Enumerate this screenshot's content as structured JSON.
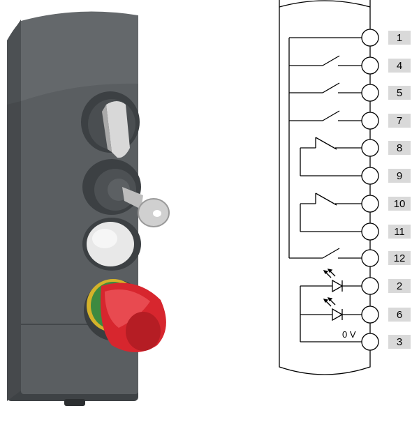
{
  "product": {
    "name": "control device photo",
    "button_colors": {
      "housing": "#55595c",
      "housing_light": "#6b6f72",
      "mushroom": "#d9262e",
      "ring_yellow": "#d5b329",
      "ring_green": "#3a8a3f",
      "white_button": "#e6e6e6",
      "key": "#cfcfcf"
    }
  },
  "schematic": {
    "terminals": [
      {
        "label": "1"
      },
      {
        "label": "4"
      },
      {
        "label": "5"
      },
      {
        "label": "7"
      },
      {
        "label": "8"
      },
      {
        "label": "9"
      },
      {
        "label": "10"
      },
      {
        "label": "11"
      },
      {
        "label": "12"
      },
      {
        "label": "2"
      },
      {
        "label": "6"
      },
      {
        "label": "3"
      }
    ],
    "ground_label": "0 V",
    "colors": {
      "line": "#000000",
      "label_bg": "#d9d9d9"
    }
  }
}
